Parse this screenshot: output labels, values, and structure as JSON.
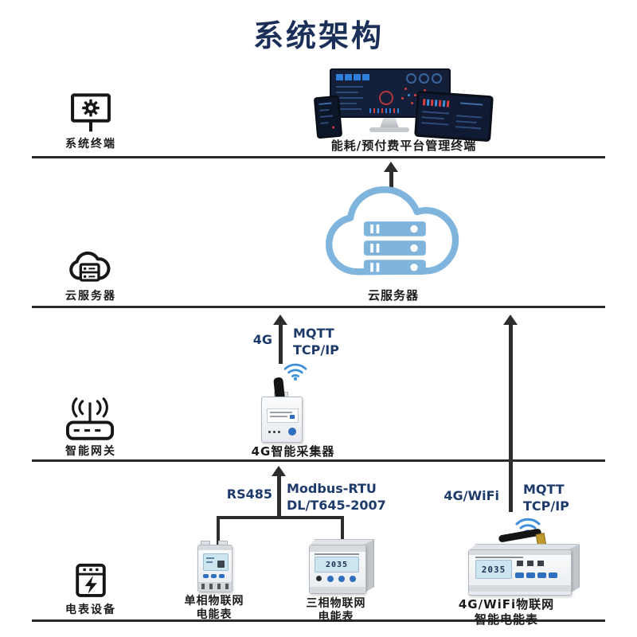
{
  "title": "系统架构",
  "colors": {
    "navy_text": "#1d3a6b",
    "title_navy": "#1b3059",
    "separator": "#2a2a2a",
    "arrow": "#2d2d2d",
    "cloud_blue": "#7fb5dd",
    "wifi_blue": "#3f8fd9",
    "button_blue": "#2e6fc0",
    "lcd_blue": "#cde4f1",
    "dashboard_dark": "#141f3a",
    "alert_red": "#d64040"
  },
  "sidebar": {
    "terminal_label": "系统终端",
    "cloud_label": "云服务器",
    "gateway_label": "智能网关",
    "meter_label": "电表设备"
  },
  "terminal": {
    "caption": "能耗/预付费平台管理终端"
  },
  "cloud": {
    "caption": "云服务器"
  },
  "gateway": {
    "caption": "4G智能采集器",
    "uplink_left": "4G",
    "uplink_right_line1": "MQTT",
    "uplink_right_line2": "TCP/IP"
  },
  "meters": {
    "bus_left": "RS485",
    "bus_right_line1": "Modbus-RTU",
    "bus_right_line2": "DL/T645-2007",
    "wireless_left": "4G/WiFi",
    "wireless_right_line1": "MQTT",
    "wireless_right_line2": "TCP/IP",
    "single_phase": {
      "caption_line1": "单相物联网",
      "caption_line2": "电能表"
    },
    "three_phase": {
      "caption_line1": "三相物联网",
      "caption_line2": "电能表",
      "lcd": "2035"
    },
    "smart": {
      "caption_line1": "4G/WiFi物联网",
      "caption_line2": "智能电能表",
      "lcd": "2035"
    }
  }
}
